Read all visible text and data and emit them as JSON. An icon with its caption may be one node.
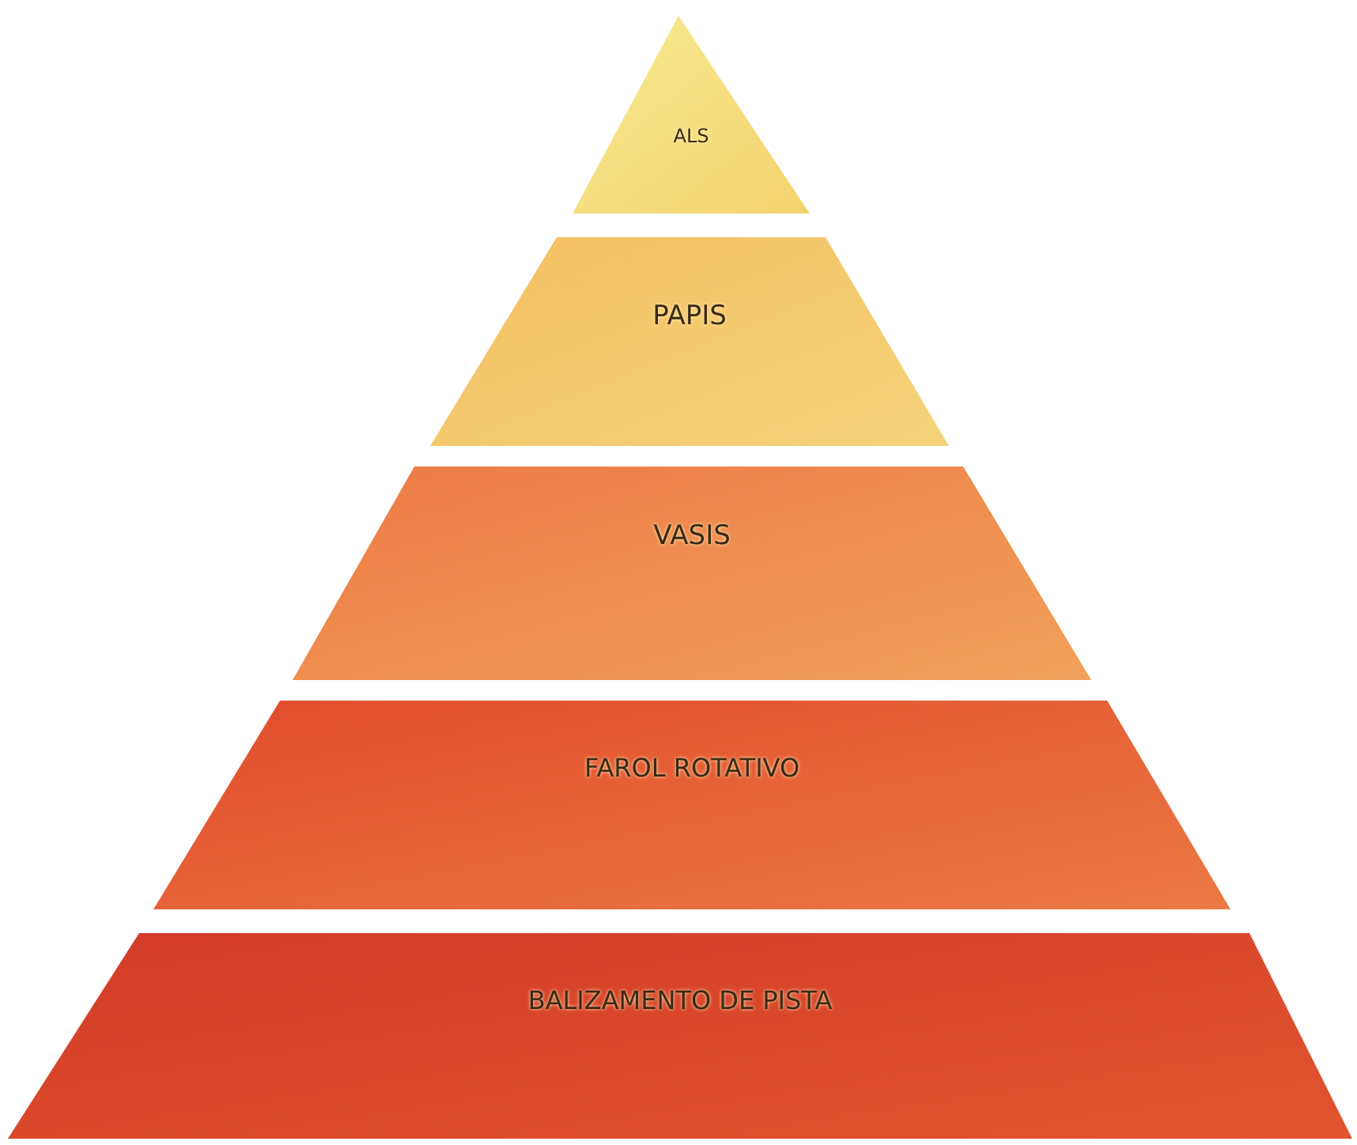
{
  "diagram": {
    "nodes": [
      {
        "text": [
          "ALS"
        ]
      },
      {
        "text": [
          "PAPIS"
        ]
      },
      {
        "text": [
          "VASIS"
        ]
      },
      {
        "text": [
          "FAROL ROTATIVO"
        ]
      },
      {
        "text": [
          "BALIZAMENTO DE PISTA"
        ]
      }
    ]
  }
}
